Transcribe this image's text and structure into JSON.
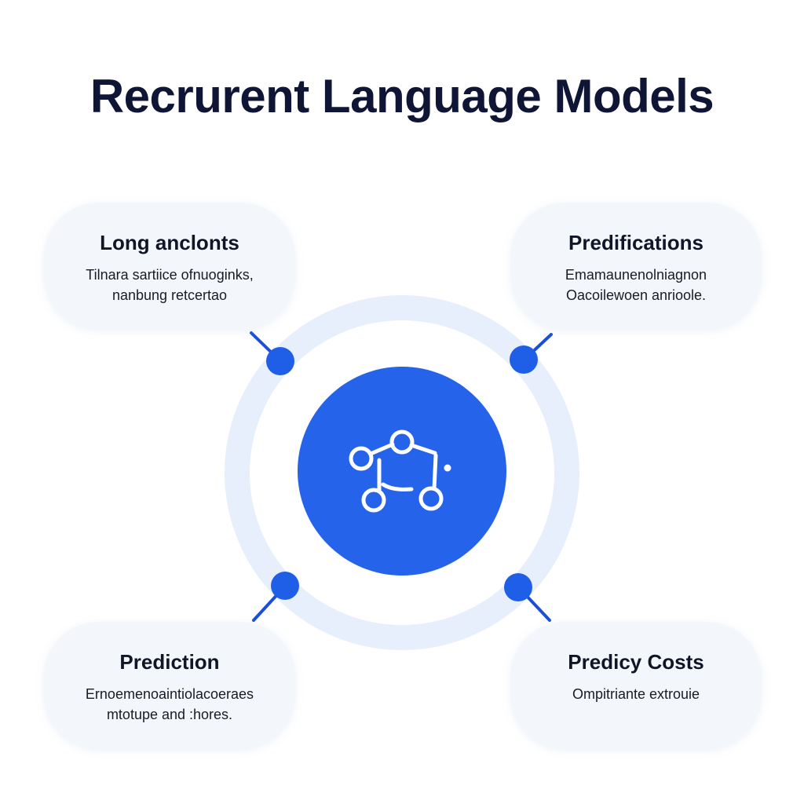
{
  "title": "Recrurent Language Models",
  "colors": {
    "title": "#0f1535",
    "accent": "#2563eb",
    "ring": "#e6effb",
    "card_bg": "#f3f7fc"
  },
  "center": {
    "icon": "network-graph-icon"
  },
  "cards": [
    {
      "position": "top-left",
      "heading": "Long anclonts",
      "lines": [
        "Tilnara sartiice ofnuoginks,",
        "nanbung retcertao"
      ]
    },
    {
      "position": "top-right",
      "heading": "Predifications",
      "lines": [
        "Emamaunenolniagnon",
        "Oacoilewoen anrioole."
      ]
    },
    {
      "position": "bottom-left",
      "heading": "Prediction",
      "lines": [
        "Ernoemenoaintiolacoeraes",
        "mtotupe and :hores."
      ]
    },
    {
      "position": "bottom-right",
      "heading": "Predicy Costs",
      "lines": [
        "Ompitriante extrouie"
      ]
    }
  ]
}
